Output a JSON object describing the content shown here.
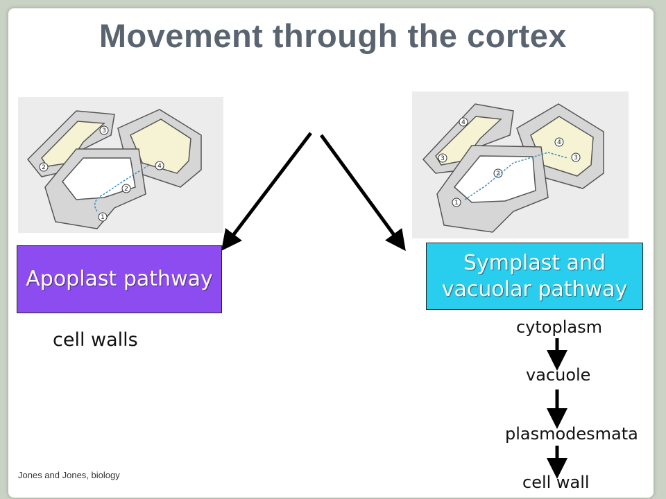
{
  "title": "Movement through the cortex",
  "left_box": "Apoplast pathway",
  "left_desc": "cell walls",
  "right_box_line1": "Symplast and",
  "right_box_line2": "vacuolar pathway",
  "sequence": [
    "cytoplasm",
    "vacuole",
    "plasmodesmata",
    "cell wall"
  ],
  "credit": "Jones and Jones, biology",
  "figure_labels_left": [
    "1",
    "2",
    "2",
    "3",
    "4"
  ],
  "figure_labels_right": [
    "1",
    "2",
    "3",
    "3",
    "4",
    "4"
  ],
  "colors": {
    "apoplast": "#8c4cf0",
    "symplast": "#29cdee",
    "title": "#5a6470",
    "cell_fill": "#f6f2d4"
  }
}
